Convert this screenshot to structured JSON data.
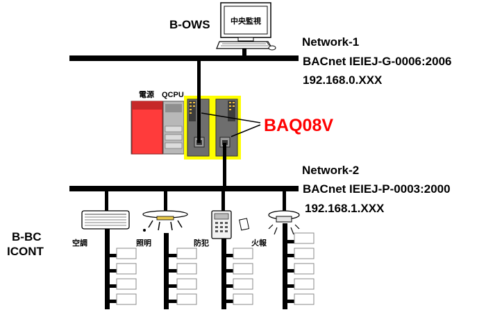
{
  "labels": {
    "ows": "B-OWS",
    "monitor_screen": "中央監視",
    "network1": "Network-1",
    "network1_protocol": "BACnet IEIEJ-G-0006:2006",
    "network1_ip": "192.168.0.XXX",
    "power": "電源",
    "cpu": "QCPU",
    "module": "BAQ08V",
    "network2": "Network-2",
    "network2_protocol": "BACnet IEIEJ-P-0003:2000",
    "network2_ip": "192.168.1.XXX",
    "bbc_line1": "B-BC",
    "bbc_line2": "ICONT",
    "hvac": "空調",
    "lighting": "照明",
    "security": "防犯",
    "fire": "火報"
  },
  "colors": {
    "line": "#000000",
    "highlight": "#ffff00",
    "power_supply": "#ff3b3b",
    "label_accent": "#ff0000"
  },
  "icons": [
    "computer-icon",
    "air-conditioner-icon",
    "ceiling-light-icon",
    "security-keypad-icon",
    "fire-alarm-icon"
  ]
}
